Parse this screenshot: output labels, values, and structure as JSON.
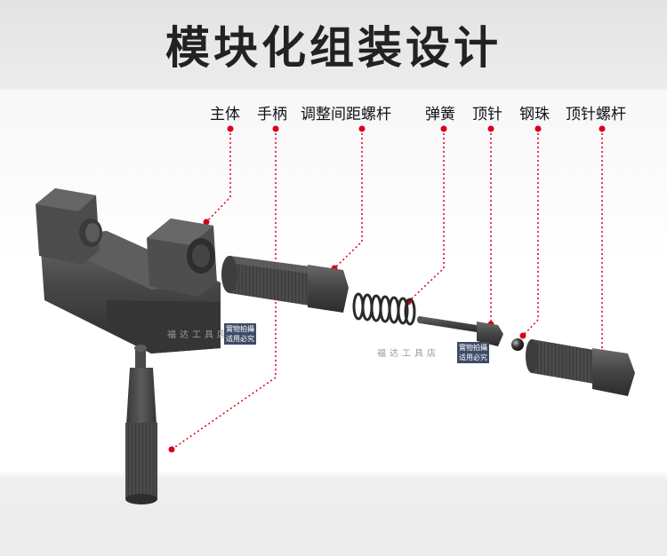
{
  "title": "模块化组装设计",
  "labels": {
    "main_body": "主体",
    "handle": "手柄",
    "spacing_screw": "调整间距螺杆",
    "spring": "弹簧",
    "pin": "顶针",
    "steel_ball": "钢珠",
    "pin_screw": "顶针螺杆"
  },
  "watermarks": {
    "shop_name": "福达工具店",
    "stamp_line1": "實物拍攝",
    "stamp_line2": "适用必究"
  },
  "colors": {
    "leader": "#d9001b",
    "metal": "#4a4a4a"
  }
}
